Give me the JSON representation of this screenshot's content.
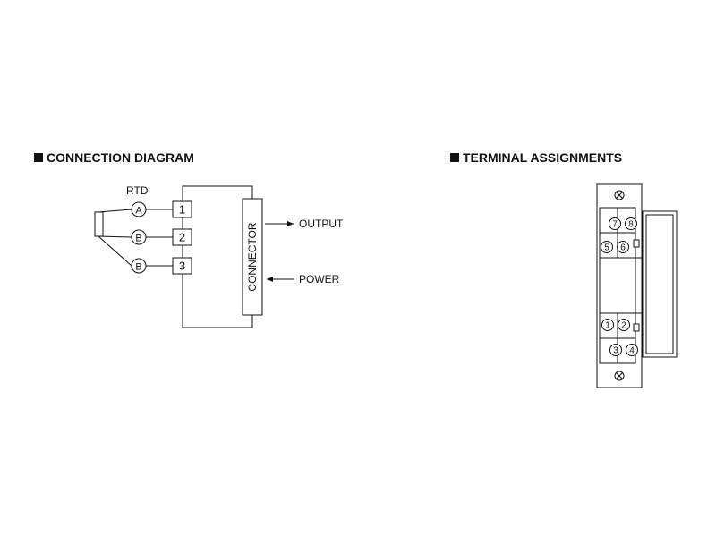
{
  "connection_diagram": {
    "title": "CONNECTION DIAGRAM",
    "rtd_label": "RTD",
    "wire_labels": [
      "A",
      "B",
      "B"
    ],
    "terminals": [
      "1",
      "2",
      "3"
    ],
    "connector_label": "CONNECTOR",
    "output_label": "OUTPUT",
    "power_label": "POWER"
  },
  "terminal_assignments": {
    "title": "TERMINAL ASSIGNMENTS",
    "top_terminals": [
      "7",
      "8",
      "5",
      "6"
    ],
    "bottom_terminals": [
      "1",
      "2",
      "3",
      "4"
    ]
  }
}
